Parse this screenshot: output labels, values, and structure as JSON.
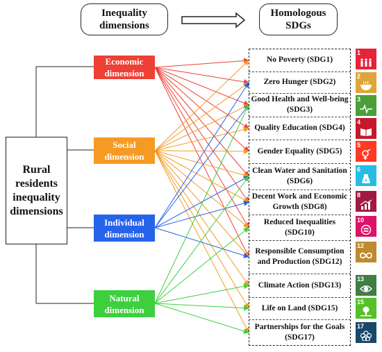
{
  "headers": {
    "inequality": "Inequality\ndimensions",
    "sdgs": "Homologous\nSDGs"
  },
  "rural": "Rural\nresidents\ninequality\ndimensions",
  "dimensions": [
    {
      "label": "Economic\ndimension",
      "color": "#ee4035"
    },
    {
      "label": "Social\ndimension",
      "color": "#f59a23"
    },
    {
      "label": "Individual\ndimension",
      "color": "#2563eb"
    },
    {
      "label": "Natural\ndimension",
      "color": "#3ecf3e"
    }
  ],
  "sdgs": [
    {
      "label": "No Poverty  (SDG1)",
      "num": "1",
      "color": "#e5243b",
      "icon": "family-icon"
    },
    {
      "label": "Zero Hunger  (SDG2)",
      "num": "2",
      "color": "#dda63a",
      "icon": "bowl-icon"
    },
    {
      "label": "Good Health and Well-being\n(SDG3)",
      "num": "3",
      "color": "#4c9f38",
      "icon": "heartbeat-icon"
    },
    {
      "label": "Quality Education  (SDG4)",
      "num": "4",
      "color": "#c5192d",
      "icon": "book-icon"
    },
    {
      "label": "Gender Equality  (SDG5)",
      "num": "5",
      "color": "#ff3a21",
      "icon": "gender-icon"
    },
    {
      "label": "Clean Water and Sanitation\n(SDG6)",
      "num": "6",
      "color": "#26bde2",
      "icon": "water-icon"
    },
    {
      "label": "Decent Work and Economic\nGrowth  (SDG8)",
      "num": "8",
      "color": "#a21942",
      "icon": "growth-chart-icon"
    },
    {
      "label": "Reduced Inequalities\n(SDG10)",
      "num": "10",
      "color": "#dd1367",
      "icon": "equals-icon"
    },
    {
      "label": "Responsible Consumption\nand Production  (SDG12)",
      "num": "12",
      "color": "#bf8b2e",
      "icon": "infinity-icon"
    },
    {
      "label": "Climate Action  (SDG13)",
      "num": "13",
      "color": "#3f7e44",
      "icon": "eye-globe-icon"
    },
    {
      "label": "Life on Land  (SDG15)",
      "num": "15",
      "color": "#56c02b",
      "icon": "tree-icon"
    },
    {
      "label": "Partnerships for the Goals\n(SDG17)",
      "num": "17",
      "color": "#19486a",
      "icon": "flower-icon"
    }
  ],
  "links": {
    "economic": [
      1,
      2,
      3,
      4,
      5,
      6,
      8,
      10,
      12
    ],
    "social": [
      1,
      2,
      3,
      4,
      5,
      6,
      8,
      10,
      12,
      13,
      15,
      17
    ],
    "individual": [
      2,
      3,
      6,
      8,
      12
    ],
    "natural": [
      3,
      6,
      10,
      13,
      15,
      17
    ]
  }
}
